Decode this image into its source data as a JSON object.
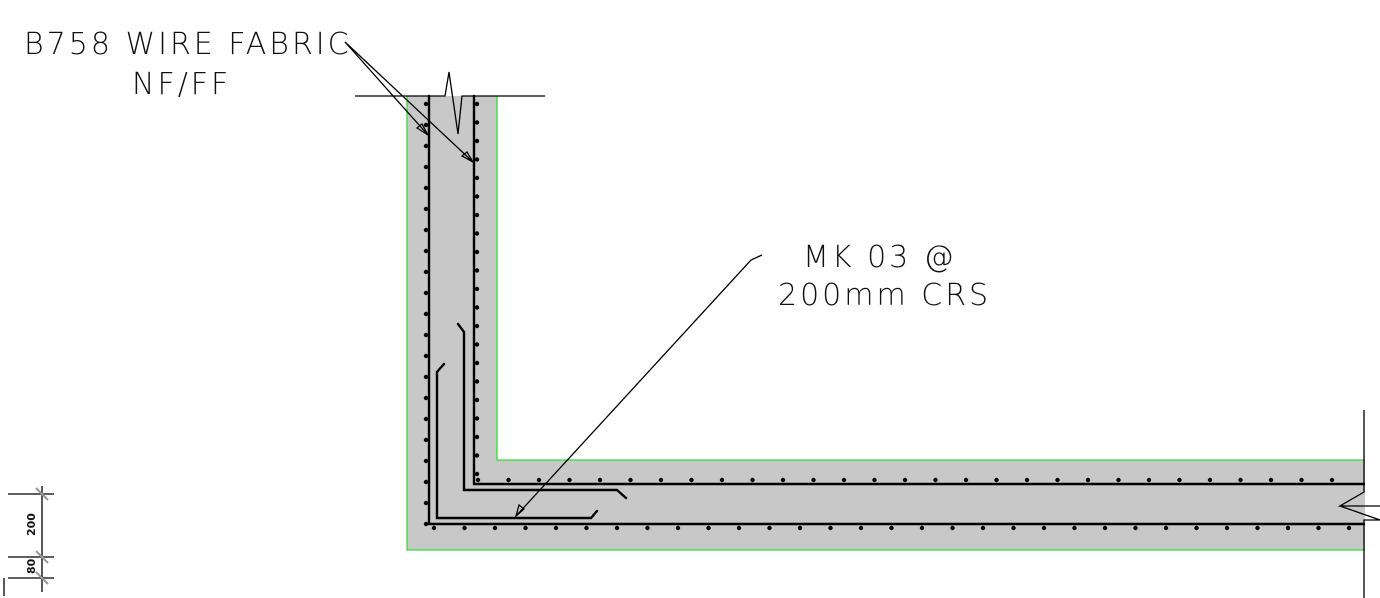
{
  "labels": {
    "wire_fabric_line1": "B758 WIRE FABRIC",
    "wire_fabric_line2": "NF/FF",
    "mk_line1": "MK 03 @",
    "mk_line2": "200mm CRS"
  },
  "dimensions": {
    "dim_upper": "200",
    "dim_lower": "80"
  },
  "colors": {
    "concrete": "#c8c8c8",
    "outline": "#33dd33",
    "ink": "#000000"
  }
}
